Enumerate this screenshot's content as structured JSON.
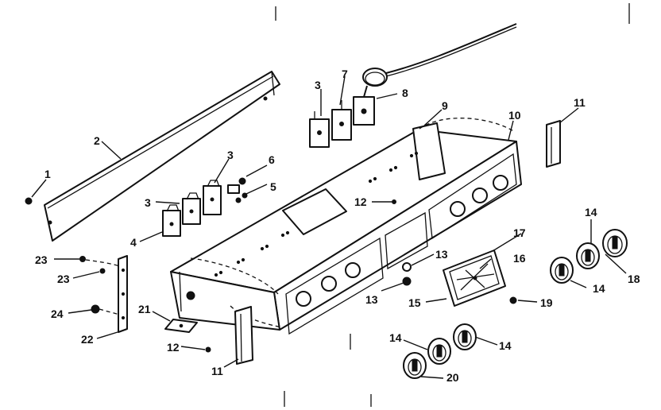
{
  "callouts": [
    {
      "id": "c1",
      "text": "1"
    },
    {
      "id": "c2",
      "text": "2"
    },
    {
      "id": "c3a",
      "text": "3"
    },
    {
      "id": "c3b",
      "text": "3"
    },
    {
      "id": "c3c",
      "text": "3"
    },
    {
      "id": "c4",
      "text": "4"
    },
    {
      "id": "c5",
      "text": "5"
    },
    {
      "id": "c6",
      "text": "6"
    },
    {
      "id": "c7",
      "text": "7"
    },
    {
      "id": "c8",
      "text": "8"
    },
    {
      "id": "c9",
      "text": "9"
    },
    {
      "id": "c10",
      "text": "10"
    },
    {
      "id": "c11a",
      "text": "11"
    },
    {
      "id": "c11b",
      "text": "11"
    },
    {
      "id": "c12a",
      "text": "12"
    },
    {
      "id": "c12b",
      "text": "12"
    },
    {
      "id": "c13a",
      "text": "13"
    },
    {
      "id": "c13b",
      "text": "13"
    },
    {
      "id": "c14a",
      "text": "14"
    },
    {
      "id": "c14b",
      "text": "14"
    },
    {
      "id": "c14c",
      "text": "14"
    },
    {
      "id": "c14d",
      "text": "14"
    },
    {
      "id": "c15",
      "text": "15"
    },
    {
      "id": "c16",
      "text": "16"
    },
    {
      "id": "c17",
      "text": "17"
    },
    {
      "id": "c18",
      "text": "18"
    },
    {
      "id": "c19",
      "text": "19"
    },
    {
      "id": "c20",
      "text": "20"
    },
    {
      "id": "c21",
      "text": "21"
    },
    {
      "id": "c22",
      "text": "22"
    },
    {
      "id": "c23a",
      "text": "23"
    },
    {
      "id": "c23b",
      "text": "23"
    },
    {
      "id": "c24",
      "text": "24"
    }
  ]
}
